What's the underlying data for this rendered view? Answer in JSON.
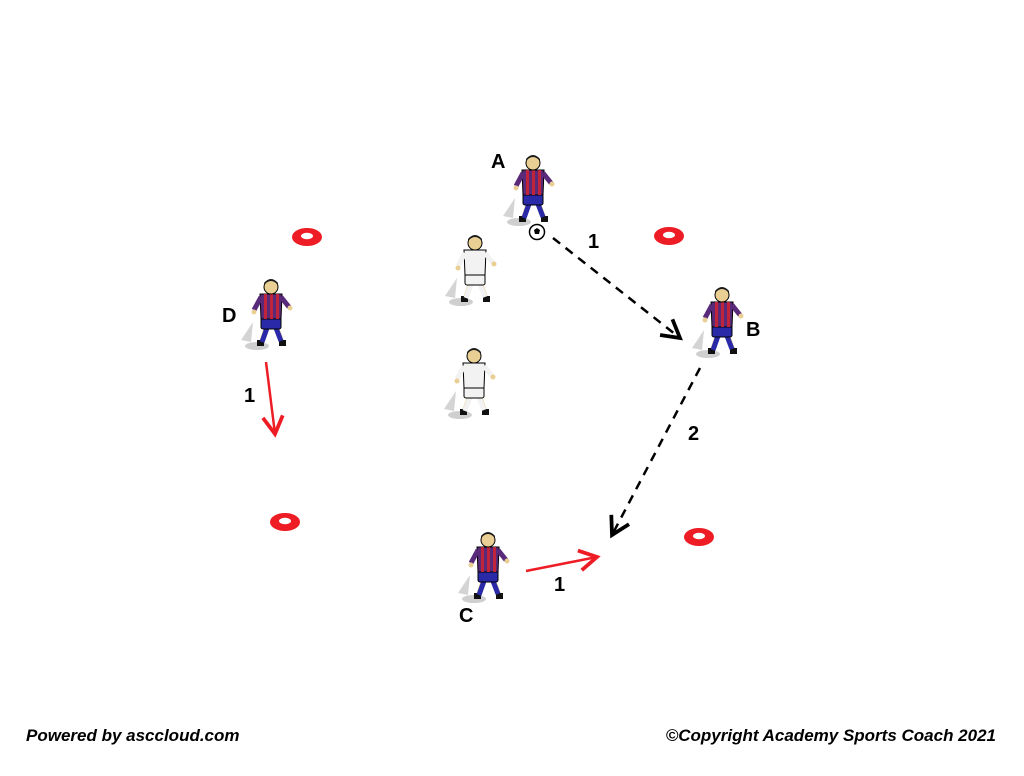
{
  "players": {
    "A": {
      "label": "A",
      "team": "attacker"
    },
    "B": {
      "label": "B",
      "team": "attacker"
    },
    "C": {
      "label": "C",
      "team": "attacker"
    },
    "D": {
      "label": "D",
      "team": "attacker"
    }
  },
  "step_labels": {
    "pass_a_to_b": "1",
    "pass_b_to_c": "2",
    "run_d": "1",
    "run_c": "1"
  },
  "colors": {
    "attacker_shirt": "#5a2a7a",
    "attacker_stripe": "#c0243a",
    "attacker_shorts": "#2a2aa8",
    "defender_kit": "#f2f2f2",
    "cone": "#ee1c24",
    "run_arrow": "#ee1c24",
    "pass_arrow": "#000000"
  },
  "footer": {
    "left": "Powered by asccloud.com",
    "right": "©Copyright Academy Sports Coach 2021"
  }
}
